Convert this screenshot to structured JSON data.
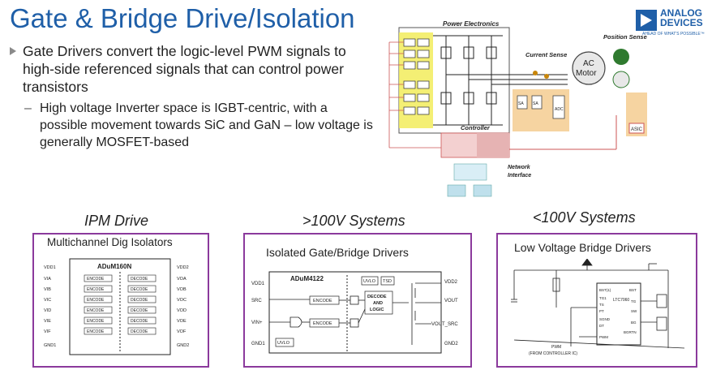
{
  "slide": {
    "title": "Gate & Bridge Drive/Isolation",
    "logo": {
      "line1": "ANALOG",
      "line2": "DEVICES",
      "tagline": "AHEAD OF WHAT'S POSSIBLE™"
    },
    "bullet_main": "Gate Drivers convert the logic-level PWM signals to high-side referenced signals that can control power transistors",
    "bullet_sub": "High voltage Inverter space is IGBT-centric, with a possible movement towards SiC and GaN – low voltage is generally MOSFET-based"
  },
  "diagram": {
    "power_electronics": "Power Electronics",
    "current_sense": "Current Sense",
    "position_sense": "Position Sense",
    "motor_label_1": "AC",
    "motor_label_2": "Motor",
    "controller": "Controller",
    "network_interface_1": "Network",
    "network_interface_2": "Interface",
    "adc": "ADC",
    "asic": "ASIC",
    "sa": "SA"
  },
  "sections": [
    {
      "heading": "IPM Drive",
      "box_caption": "Multichannel Dig Isolators",
      "chip": "ADuM160N"
    },
    {
      "heading": ">100V Systems",
      "box_caption": "Isolated Gate/Bridge Drivers",
      "chip": "ADuM4122"
    },
    {
      "heading": "<100V Systems",
      "box_caption": "Low Voltage Bridge Drivers",
      "chip": "LTC7060"
    }
  ],
  "adum160n": {
    "left_pins": [
      "VDD1",
      "VIA",
      "VIB",
      "VIC",
      "VID",
      "VIE",
      "VIF",
      "GND1"
    ],
    "right_pins": [
      "VDD2",
      "VOA",
      "VOB",
      "VOC",
      "VOD",
      "VOE",
      "VOF",
      "GND2"
    ],
    "encode": "ENCODE",
    "decode": "DECODE"
  },
  "adum4122": {
    "pins_left": [
      "VDD1",
      "SRC",
      "VIN+",
      "GND1"
    ],
    "pins_right": [
      "VDD2",
      "VOUT",
      "VOUT_SRC",
      "GND2"
    ],
    "encode": "ENCODE",
    "uvlo": "UVLO",
    "tsd": "TSD",
    "decode1": "DECODE",
    "decode2": "AND",
    "decode3": "LOGIC"
  },
  "ltc7060": {
    "pins_left": [
      "BST(1)",
      "TG1",
      "TS",
      "PT",
      "SGND",
      "DT",
      "PWM"
    ],
    "pins_right": [
      "BST",
      "TG",
      "SW",
      "BG",
      "BGRTN"
    ],
    "pwm_note_1": "PWM",
    "pwm_note_2": "(FROM CONTROLLER IC)"
  }
}
